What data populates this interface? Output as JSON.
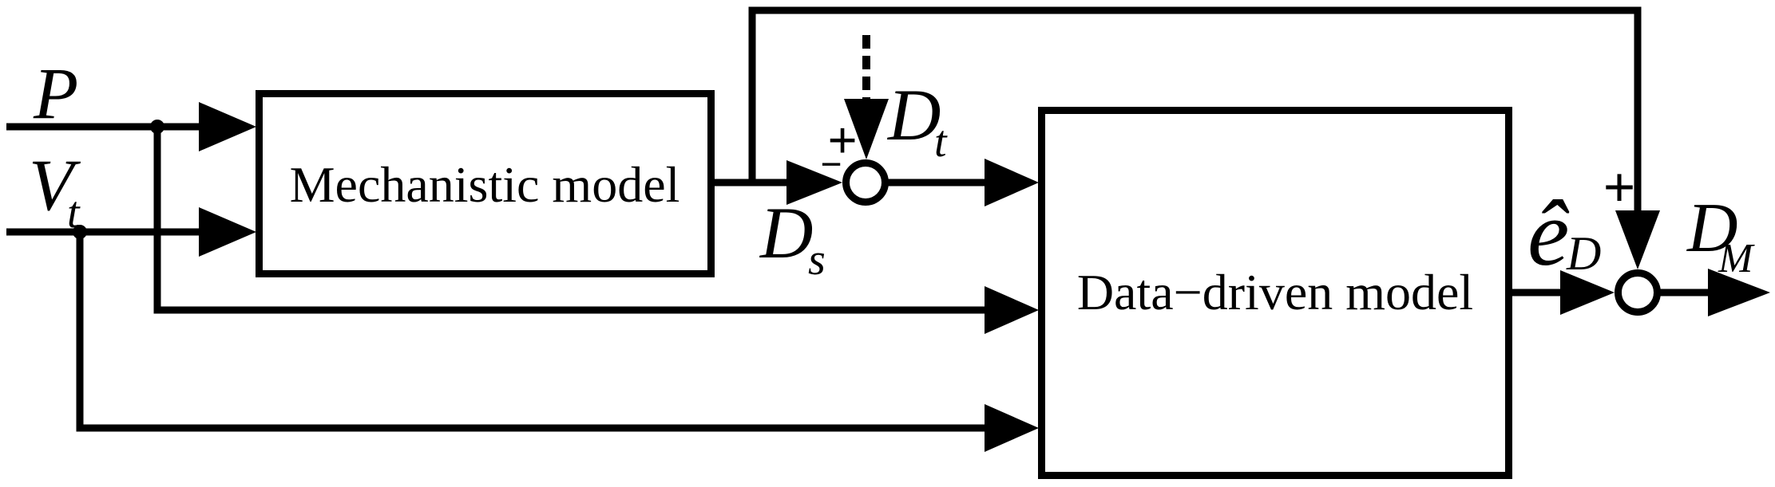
{
  "colors": {
    "ink": "#000000",
    "background": "#ffffff"
  },
  "inputs": {
    "p": {
      "base": "P"
    },
    "vt": {
      "base": "V",
      "subscript": "t"
    }
  },
  "blocks": {
    "mechanistic": {
      "label": "Mechanistic model"
    },
    "data_driven": {
      "label": "Data−driven model"
    }
  },
  "signals": {
    "ds": {
      "base": "D",
      "subscript": "s"
    },
    "dt": {
      "base": "D",
      "subscript": "t"
    },
    "e_hat_d": {
      "base": "ê",
      "subscript": "D"
    },
    "dm": {
      "base": "D",
      "subscript": "M"
    }
  },
  "summing_junctions": {
    "left": {
      "top_sign": "+",
      "left_sign": "−"
    },
    "right": {
      "top_sign": "+"
    }
  }
}
